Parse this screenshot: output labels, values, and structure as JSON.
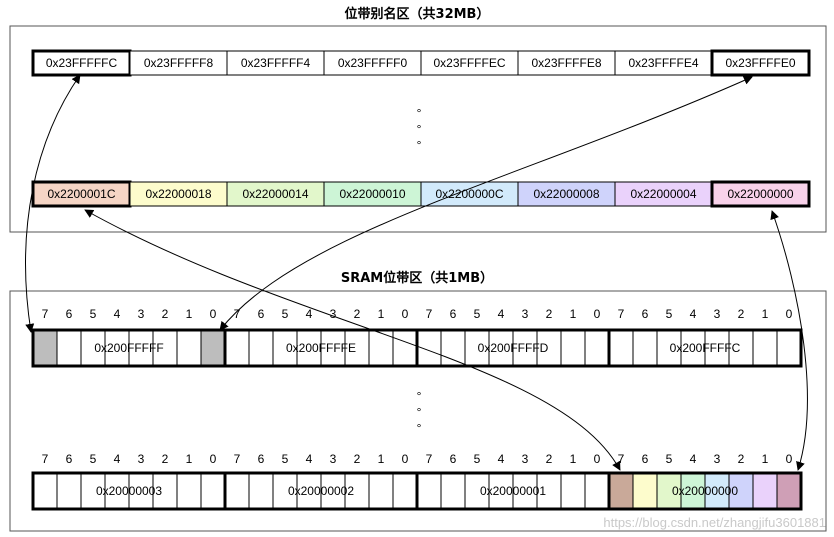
{
  "alias_region": {
    "title": "位带别名区（共32MB）",
    "top_row": [
      "0x23FFFFFC",
      "0x23FFFFF8",
      "0x23FFFFF4",
      "0x23FFFFF0",
      "0x23FFFFEC",
      "0x23FFFFE8",
      "0x23FFFFE4",
      "0x23FFFFE0"
    ],
    "bottom_row": [
      "0x2200001C",
      "0x22000018",
      "0x22000014",
      "0x22000010",
      "0x2200000C",
      "0x22000008",
      "0x22000004",
      "0x22000000"
    ],
    "bottom_row_colors": [
      "#f5d5c5",
      "#fdfccc",
      "#e2f7cb",
      "#cdf5d6",
      "#d2eafb",
      "#cfd3fb",
      "#ead2fb",
      "#f8d2ea"
    ],
    "ellipsis": "°"
  },
  "sram_region": {
    "title": "SRAM位带区（共1MB）",
    "bit_numbers": [
      "7",
      "6",
      "5",
      "4",
      "3",
      "2",
      "1",
      "0"
    ],
    "top_row": [
      "0x200FFFFF",
      "0x200FFFFE",
      "0x200FFFFD",
      "0x200FFFFC"
    ],
    "bottom_row": [
      "0x20000003",
      "0x20000002",
      "0x20000001",
      "0x20000000"
    ],
    "highlight_gray": "#bdbdbd",
    "bit_colors_20000000": [
      "#c9a999",
      "#fdfccc",
      "#e2f7cb",
      "#cdf5d6",
      "#d2eafb",
      "#cfd3fb",
      "#ead2fb",
      "#cf9fb6"
    ],
    "ellipsis": "°"
  },
  "watermark": "https://blog.csdn.net/zhangjifu3601881"
}
